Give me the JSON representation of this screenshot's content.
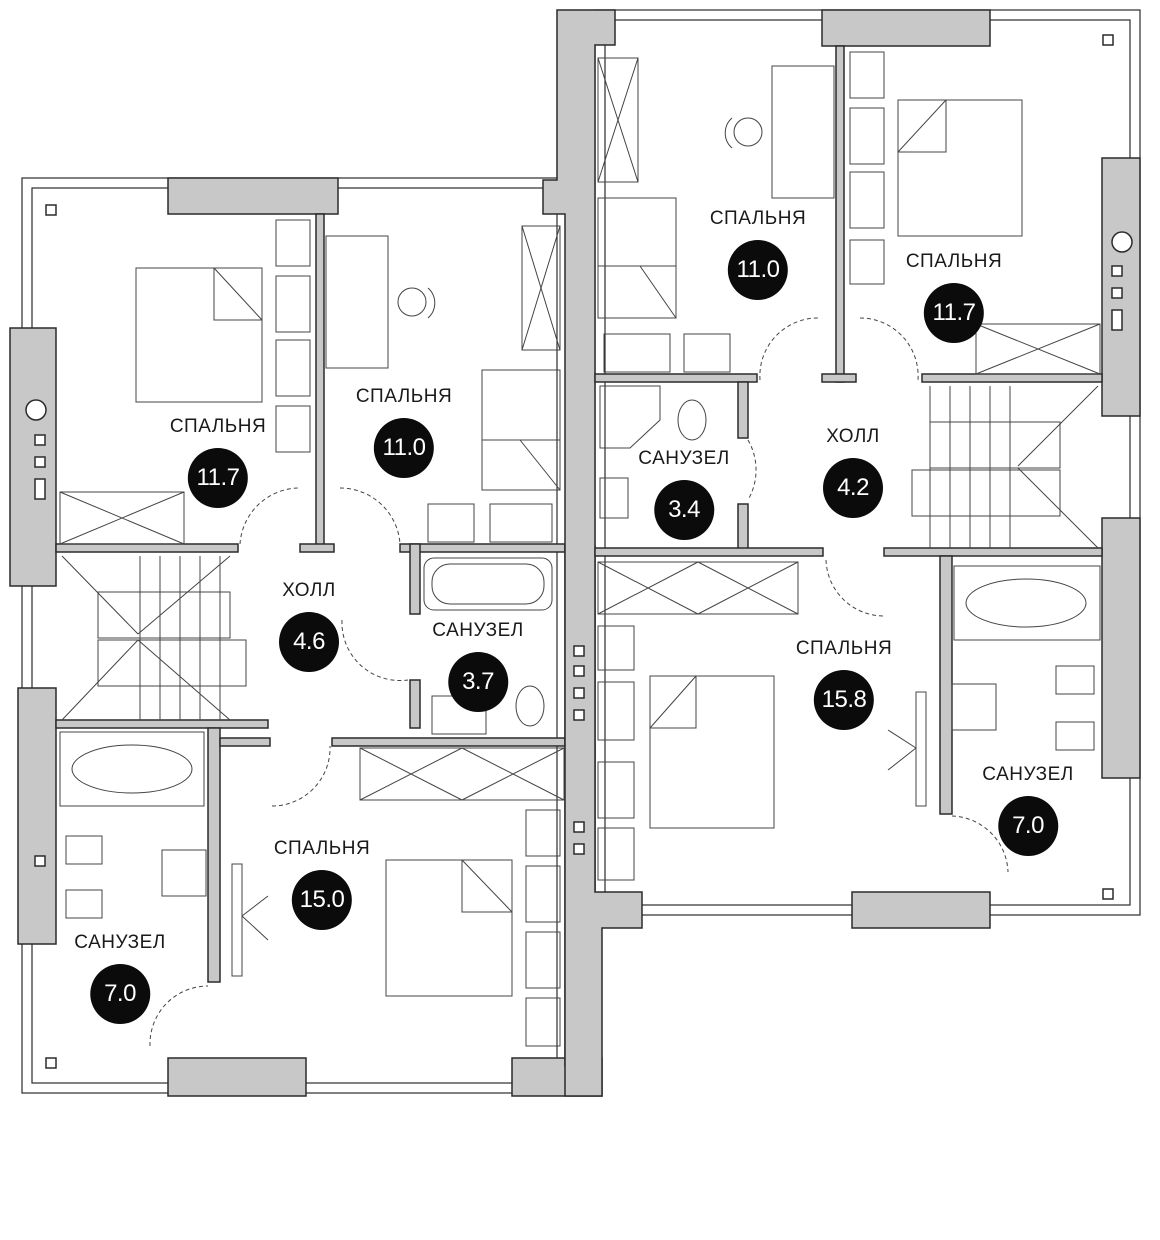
{
  "plan": {
    "rooms": [
      {
        "id": "bedroom-left-top",
        "name": "СПАЛЬНЯ",
        "area": "11.7"
      },
      {
        "id": "bedroom-left-mid",
        "name": "СПАЛЬНЯ",
        "area": "11.0"
      },
      {
        "id": "hall-left",
        "name": "ХОЛЛ",
        "area": "4.6"
      },
      {
        "id": "bathroom-left-small",
        "name": "САНУЗЕЛ",
        "area": "3.7"
      },
      {
        "id": "bedroom-left-bottom",
        "name": "СПАЛЬНЯ",
        "area": "15.0"
      },
      {
        "id": "bathroom-left-large",
        "name": "САНУЗЕЛ",
        "area": "7.0"
      },
      {
        "id": "bedroom-right-top",
        "name": "СПАЛЬНЯ",
        "area": "11.0"
      },
      {
        "id": "bedroom-right-corner",
        "name": "СПАЛЬНЯ",
        "area": "11.7"
      },
      {
        "id": "bathroom-right-small",
        "name": "САНУЗЕЛ",
        "area": "3.4"
      },
      {
        "id": "hall-right",
        "name": "ХОЛЛ",
        "area": "4.2"
      },
      {
        "id": "bedroom-right-bottom",
        "name": "СПАЛЬНЯ",
        "area": "15.8"
      },
      {
        "id": "bathroom-right-large",
        "name": "САНУЗЕЛ",
        "area": "7.0"
      }
    ],
    "colors": {
      "wall": "#c8c8c8",
      "stroke": "#2b2b2b",
      "badge": "#0b0b0b",
      "badge_text": "#ffffff"
    }
  }
}
